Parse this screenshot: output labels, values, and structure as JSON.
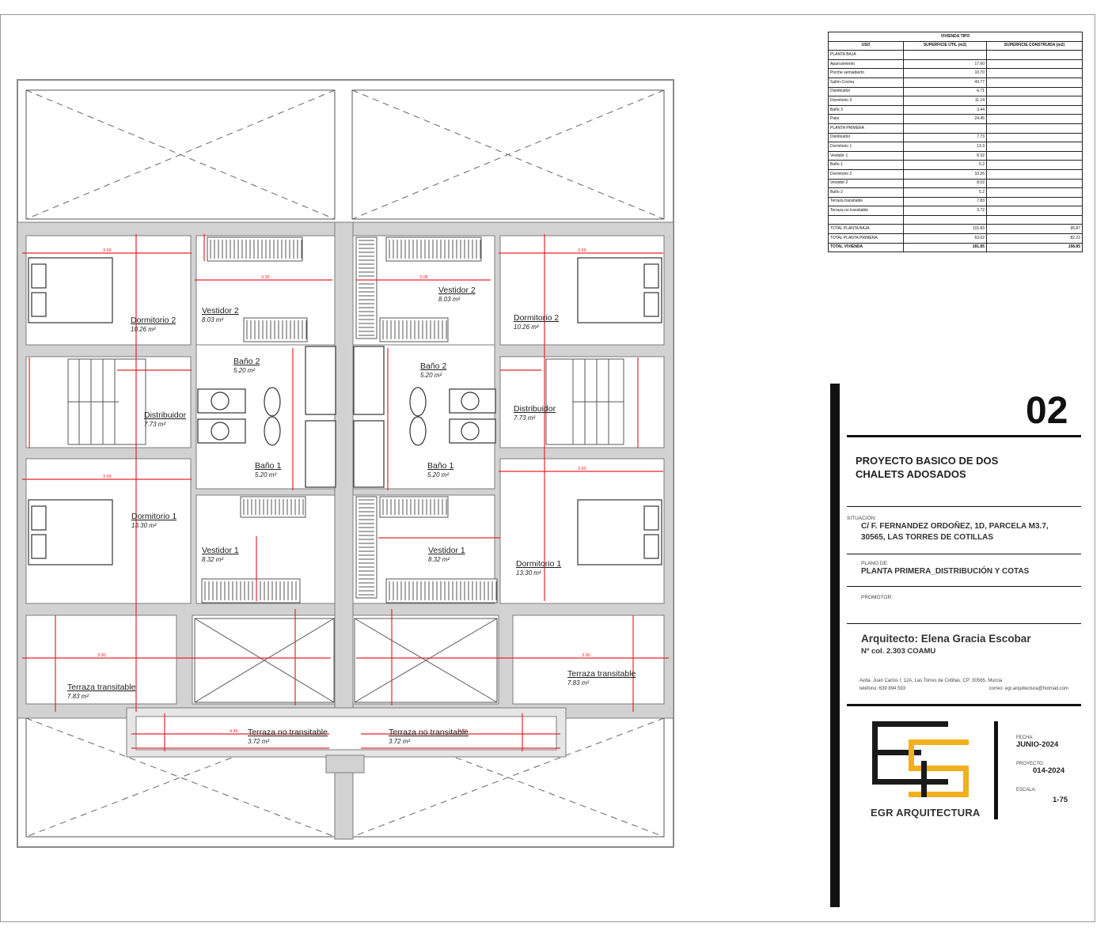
{
  "rooms": {
    "l_dorm2": {
      "name": "Dormitorio 2",
      "area": "10.26 m²"
    },
    "l_vest2": {
      "name": "Vestidor 2",
      "area": "8.03 m²"
    },
    "l_bano2": {
      "name": "Baño 2",
      "area": "5.20 m²"
    },
    "l_dist": {
      "name": "Distribuidor",
      "area": "7.73 m²"
    },
    "l_bano1": {
      "name": "Baño 1",
      "area": "5.20 m²"
    },
    "l_dorm1": {
      "name": "Dormitorio 1",
      "area": "13.30 m²"
    },
    "l_vest1": {
      "name": "Vestidor 1",
      "area": "8.32 m²"
    },
    "l_terr": {
      "name": "Terraza transitable",
      "area": "7.83 m²"
    },
    "l_terrno": {
      "name": "Terraza no transitable",
      "area": "3.72 m²"
    },
    "r_vest2": {
      "name": "Vestidor 2",
      "area": "8.03 m²"
    },
    "r_dorm2": {
      "name": "Dormitorio 2",
      "area": "10.26 m²"
    },
    "r_bano2": {
      "name": "Baño 2",
      "area": "5.20 m²"
    },
    "r_dist": {
      "name": "Distribuidor",
      "area": "7.73 m²"
    },
    "r_bano1": {
      "name": "Baño 1",
      "area": "5.20 m²"
    },
    "r_vest1": {
      "name": "Vestidor 1",
      "area": "8.32 m²"
    },
    "r_dorm1": {
      "name": "Dormitorio 1",
      "area": "13.30 m²"
    },
    "r_terr": {
      "name": "Terraza transitable",
      "area": "7.83 m²"
    },
    "r_terrno": {
      "name": "Terraza no transitable",
      "area": "3.72 m²"
    }
  },
  "area_table": {
    "title": "VIVIENDA TIPO",
    "headers": [
      "USO",
      "SUPERFICIE ÚTIL (m2)",
      "SUPERFICIE CONSTRUIDA (m2)"
    ],
    "rows": [
      {
        "uso": "PLANTA BAJA",
        "util": "",
        "const": ""
      },
      {
        "uso": "Aparcamiento",
        "util": "17.60",
        "const": ""
      },
      {
        "uso": "Porche semiabierto",
        "util": "10.70",
        "const": ""
      },
      {
        "uso": "Salón-Cocina",
        "util": "43.77",
        "const": ""
      },
      {
        "uso": "Distribuidor",
        "util": "6.71",
        "const": ""
      },
      {
        "uso": "Dormitorio 3",
        "util": "11.14",
        "const": ""
      },
      {
        "uso": "Baño 3",
        "util": "3.44",
        "const": ""
      },
      {
        "uso": "Patio",
        "util": "24.45",
        "const": ""
      },
      {
        "uso": "PLANTA PRIMERA",
        "util": "",
        "const": ""
      },
      {
        "uso": "Distribuidor",
        "util": "7.73",
        "const": ""
      },
      {
        "uso": "Dormitorio 1",
        "util": "13.3",
        "const": ""
      },
      {
        "uso": "Vestidor 1",
        "util": "8.32",
        "const": ""
      },
      {
        "uso": "Baño 1",
        "util": "5.2",
        "const": ""
      },
      {
        "uso": "Dormitorio 2",
        "util": "10.26",
        "const": ""
      },
      {
        "uso": "Vestidor 2",
        "util": "8.03",
        "const": ""
      },
      {
        "uso": "Baño 2",
        "util": "5.2",
        "const": ""
      },
      {
        "uso": "Terraza transitable",
        "util": "7.83",
        "const": ""
      },
      {
        "uso": "Terraza no transitable",
        "util": "3.72",
        "const": ""
      },
      {
        "uso": "",
        "util": "",
        "const": ""
      },
      {
        "uso": "TOTAL PLANTA BAJA",
        "util": "115.83",
        "const": "95.87"
      },
      {
        "uso": "TOTAL PLANTA PRIMERA",
        "util": "63.02",
        "const": "82.23"
      },
      {
        "uso": "TOTAL VIVIENDA",
        "util": "181.85",
        "const": "158.85"
      }
    ]
  },
  "title_block": {
    "sheet_number": "02",
    "project_title": "PROYECTO BASICO DE DOS CHALETS ADOSADOS",
    "situacion_label": "SITUACIÓN:",
    "situacion": "C/ F. FERNANDEZ ORDOÑEZ, 1D, PARCELA M3.7, 30565, LAS TORRES DE COTILLAS",
    "plano_label": "PLANO DE:",
    "plano": "PLANTA PRIMERA_DISTRIBUCIÓN Y COTAS",
    "promotor_label": "PROMOTOR:",
    "arquitecto": "Arquitecto: Elena Gracia Escobar",
    "colegiado": "Nº col. 2.303 COAMU",
    "address": "Avda. Juan Carlos I, 12A, Las Torres de Cotillas, CP: 30565, Murcia",
    "telefono": "teléfono: 639 894 593",
    "correo": "correo: egr.arquitectura@hotmail.com",
    "logo_name": "EGR ARQUITECTURA",
    "fecha_label": "FECHA:",
    "fecha": "JUNIO-2024",
    "proyecto_label": "PROYECTO:",
    "proyecto": "014-2024",
    "escala_label": "ESCALA:",
    "escala": "1-75"
  },
  "colors": {
    "dimension": "#e8262b",
    "wall": "#d2d2d2",
    "logo_gold": "#f2b01c",
    "logo_dark": "#1a1a1a"
  }
}
